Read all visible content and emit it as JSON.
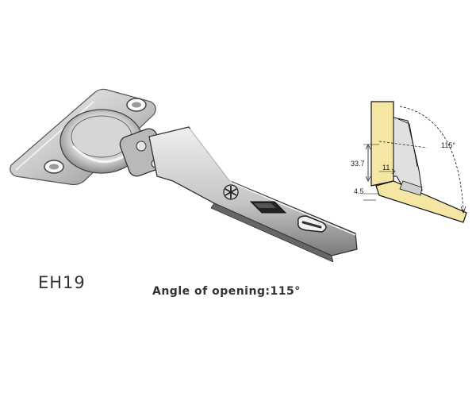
{
  "product": {
    "model_code": "EH19",
    "angle_caption": "Angle of opening:115°"
  },
  "diagram": {
    "angle_label": "115°",
    "dim_height": "33.7",
    "dim_offset": "11",
    "dim_overlay": "4.5"
  },
  "colors": {
    "wood": "#f5e7a3",
    "metal_light": "#e8e8e8",
    "metal_mid": "#b9b9b9",
    "metal_dark": "#6d6d6d",
    "line": "#111111"
  },
  "icons": {
    "hinge_photo": "concealed-cabinet-hinge-icon",
    "diagram": "hinge-installation-diagram"
  }
}
